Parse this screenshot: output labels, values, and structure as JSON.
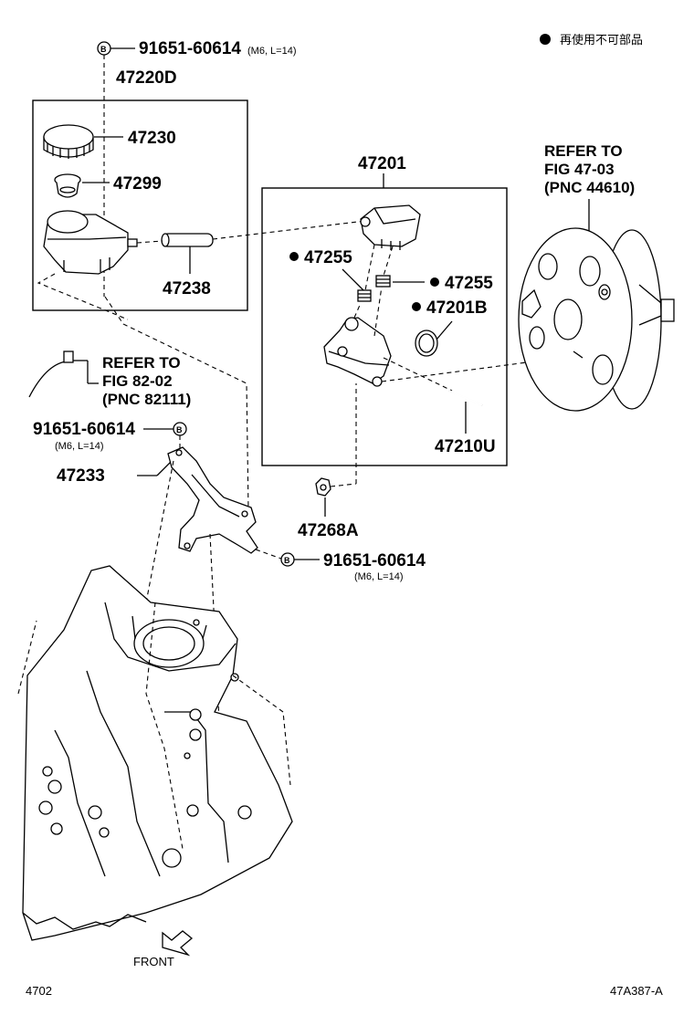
{
  "legend": {
    "marker_text": "再使用不可部品"
  },
  "labels": {
    "bolt_top_number": "91651-60614",
    "bolt_top_spec": "(M6, L=14)",
    "reservoir_assy": "47220D",
    "cap": "47230",
    "grommet": "47299",
    "hose": "47238",
    "master_cyl_assy": "47201",
    "plug_left": "47255",
    "plug_right": "47255",
    "oring": "47201B",
    "pin": "47210U",
    "nut": "47268A",
    "bracket": "47233",
    "bolt_mid_number": "91651-60614",
    "bolt_mid_spec": "(M6, L=14)",
    "bolt_low_number": "91651-60614",
    "bolt_low_spec": "(M6, L=14)"
  },
  "refer_booster": {
    "line1": "REFER TO",
    "line2": "FIG 47-03",
    "line3": "(PNC 44610)"
  },
  "refer_sensor": {
    "line1": "REFER TO",
    "line2": "FIG 82-02",
    "line3": "(PNC 82111)"
  },
  "footer": {
    "front": "FRONT",
    "page_left": "4702",
    "page_right": "47A387-A"
  }
}
